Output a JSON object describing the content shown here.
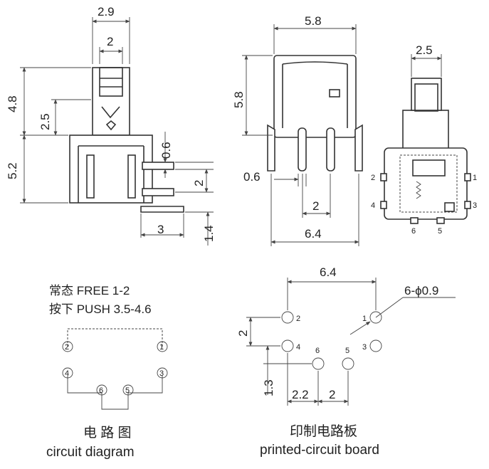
{
  "side_view": {
    "dim_top_outer": "2.9",
    "dim_top_inner": "2",
    "dim_height_upper": "4.8",
    "dim_height_mid": "2.5",
    "dim_height_lower": "5.2",
    "dim_pin_thickness": "0.6",
    "dim_pin_pitch": "2",
    "dim_pin_length": "3",
    "dim_pin_offset": "1.4"
  },
  "front_view": {
    "dim_width": "5.8",
    "dim_height": "5.8",
    "dim_pin_thickness": "0.6",
    "dim_pin_pitch": "2",
    "dim_span": "6.4"
  },
  "top_view": {
    "dim_button": "2.5",
    "pin_labels": [
      "2",
      "1",
      "4",
      "3",
      "6",
      "5"
    ]
  },
  "states": {
    "free": "常态 FREE 1-2",
    "push": "按下 PUSH 3.5-4.6"
  },
  "circuit": {
    "pins": [
      "2",
      "1",
      "4",
      "3",
      "6",
      "5"
    ],
    "caption_cn": "电 路 图",
    "caption_en": "circuit diagram"
  },
  "pcb": {
    "dim_span": "6.4",
    "hole_spec": "6-ϕ0.9",
    "dim_row_pitch": "2",
    "dim_offset": "1.3",
    "dim_x1": "2.2",
    "dim_x2": "2",
    "pin_labels": [
      "2",
      "1",
      "4",
      "3",
      "6",
      "5"
    ],
    "caption_cn": "印制电路板",
    "caption_en": "printed-circuit board"
  }
}
